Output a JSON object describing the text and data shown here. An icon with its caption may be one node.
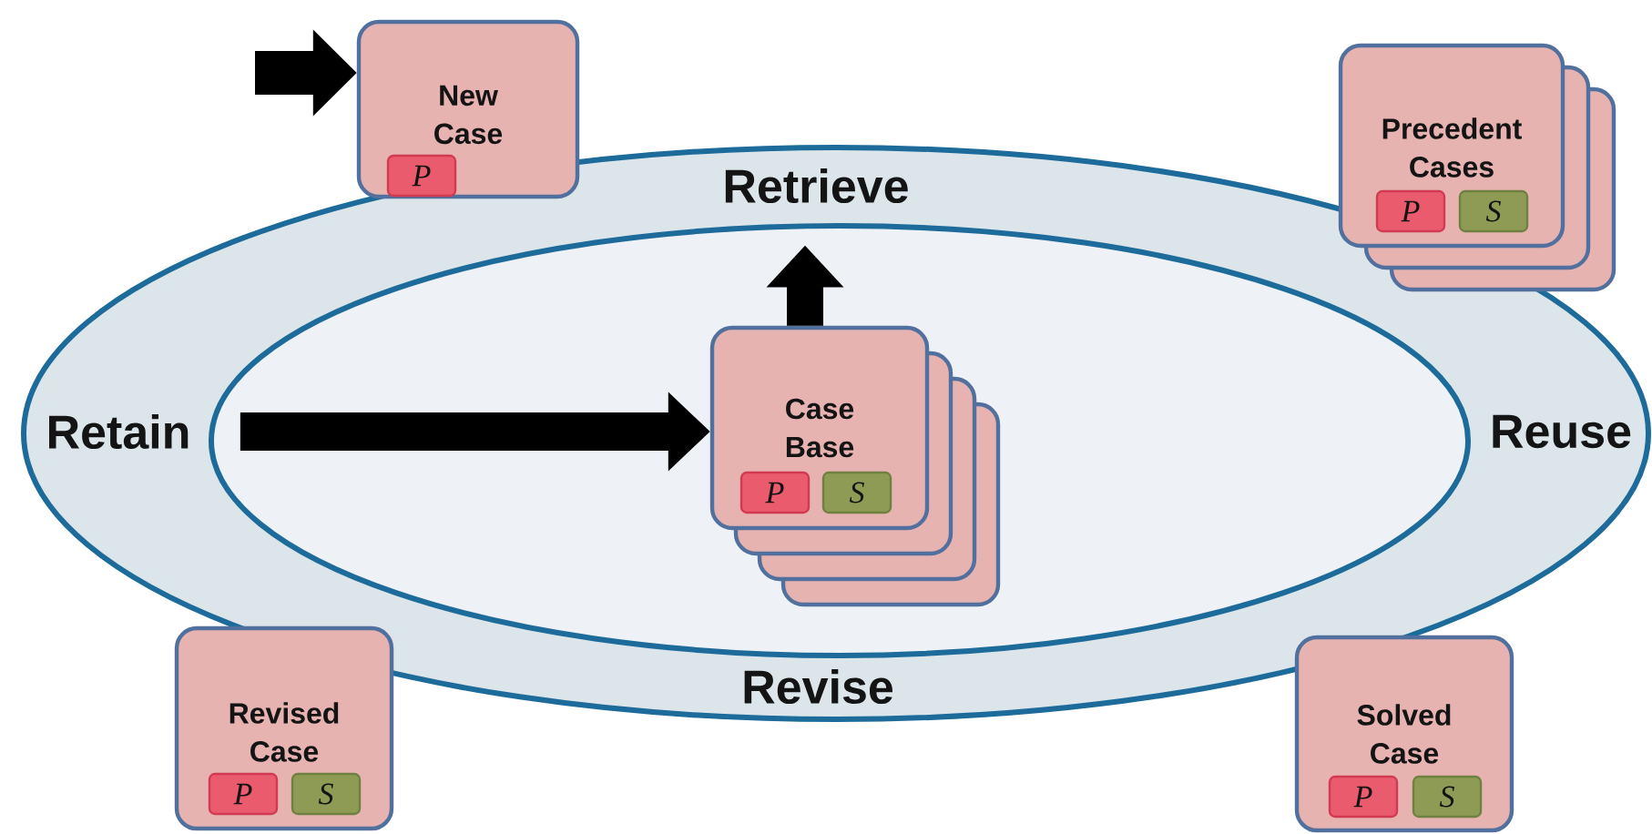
{
  "diagram": {
    "nodes": [
      {
        "text": [
          "New Case"
        ]
      },
      {
        "text": [
          "P"
        ],
        "in": 0
      },
      {
        "text": [
          "Precedent Cases"
        ]
      },
      {
        "text": [
          "P"
        ],
        "in": 2
      },
      {
        "text": [
          "S"
        ],
        "in": 2
      },
      {
        "text": [],
        "shape": "ellipse"
      },
      {
        "text": [
          "Retrieve"
        ],
        "in": 5
      },
      {
        "text": [],
        "shape": "ellipse",
        "in": 5
      },
      {
        "text": [
          "Retain"
        ],
        "in": 5
      },
      {
        "text": [
          "Case Base"
        ],
        "in": 7
      },
      {
        "text": [
          "P"
        ],
        "in": 9
      },
      {
        "text": [
          "S"
        ],
        "in": 9
      },
      {
        "text": [
          "Reuse"
        ],
        "in": 5
      },
      {
        "text": [
          "Revise"
        ],
        "in": 5
      },
      {
        "text": [
          "Revised Case"
        ]
      },
      {
        "text": [
          "P"
        ],
        "in": 14
      },
      {
        "text": [
          "S"
        ],
        "in": 14
      },
      {
        "text": [
          "Solved Case"
        ]
      },
      {
        "text": [
          "P"
        ],
        "in": 17
      },
      {
        "text": [
          "S"
        ],
        "in": 17
      }
    ],
    "edges": [
      {
        "from": null,
        "to": 0,
        "arrow": "to"
      },
      {
        "from": 8,
        "to": 9,
        "arrow": "to"
      },
      {
        "from": 9,
        "to": 6,
        "arrow": "to"
      }
    ]
  }
}
